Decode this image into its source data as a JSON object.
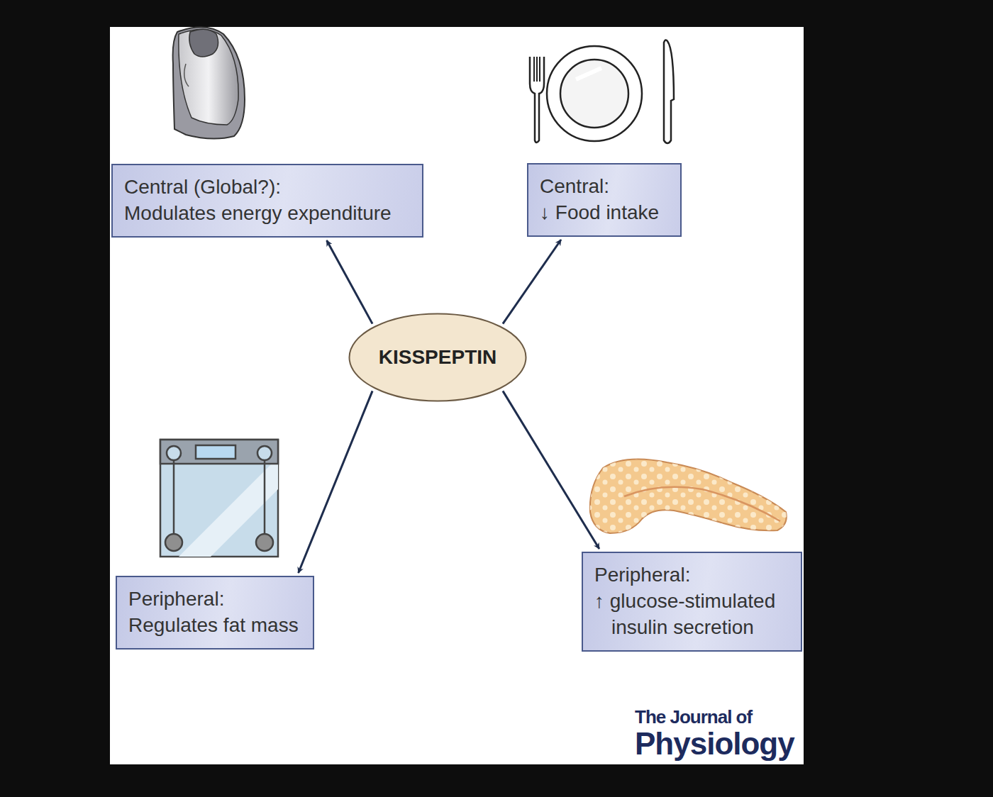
{
  "diagram": {
    "nodes": [
      {
        "text": [
          "Central (Global?):",
          "Modulates energy expenditure"
        ]
      },
      {
        "text": [
          "Central:",
          "↓ Food intake"
        ]
      },
      {
        "text": [
          "KISSPEPTIN"
        ]
      },
      {
        "text": [
          "Peripheral:",
          "Regulates fat mass"
        ]
      },
      {
        "text": [
          "Peripheral:",
          "↑ glucose-stimulated insulin secretion"
        ]
      }
    ],
    "edges": [
      {
        "from": 2,
        "to": 0,
        "arrow": "to"
      },
      {
        "from": 2,
        "to": 1,
        "arrow": "to"
      },
      {
        "from": 2,
        "to": 3,
        "arrow": "to"
      },
      {
        "from": 2,
        "to": 4,
        "arrow": "to"
      }
    ],
    "labels": [
      "The Journal of",
      "Physiology"
    ]
  }
}
